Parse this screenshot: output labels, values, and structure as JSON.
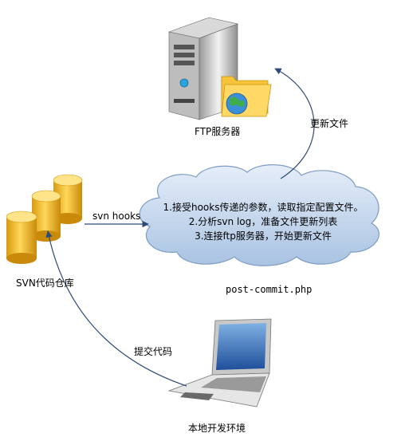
{
  "nodes": {
    "ftp_server": {
      "label": "FTP服务器",
      "icon": "server-icon"
    },
    "svn_repo": {
      "label": "SVN代码仓库",
      "icon": "database-cylinders-icon"
    },
    "local_dev": {
      "label": "本地开发环境",
      "icon": "laptop-icon"
    },
    "hook_script": {
      "label": "post-commit.php",
      "steps": [
        "1.接受hooks传递的参数，读取指定配置文件。",
        "2.分析svn log，准备文件更新列表",
        "3.连接ftp服务器，开始更新文件"
      ],
      "icon": "cloud-shape"
    }
  },
  "edges": {
    "commit": "提交代码",
    "svn_hooks": "svn hooks",
    "update_files": "更新文件"
  },
  "colors": {
    "cloud_fill_top": "#e3edf8",
    "cloud_fill_bottom": "#a9c3e2",
    "cloud_stroke": "#7f9cc4",
    "arrow": "#2e4a78",
    "cylinder": "#f2b820"
  }
}
